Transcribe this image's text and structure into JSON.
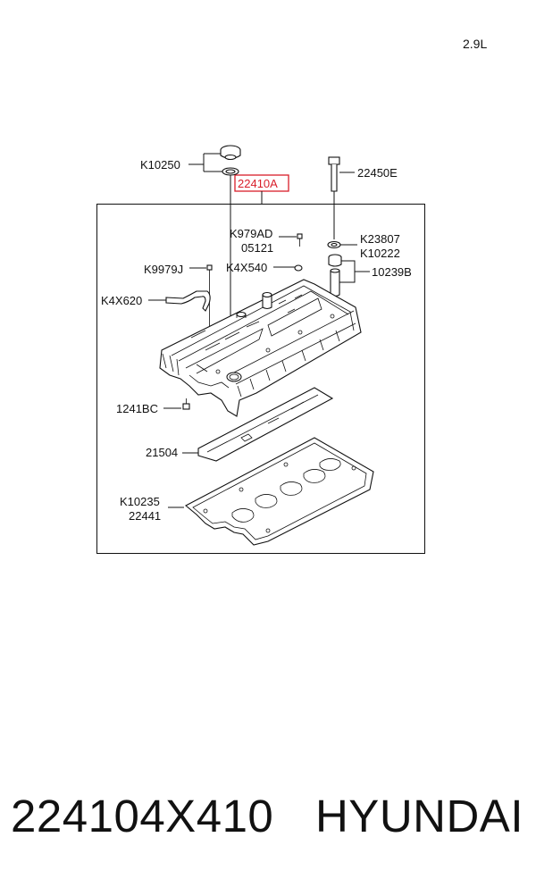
{
  "engine_label": "2.9L",
  "highlighted_part": "22410A",
  "callouts": {
    "k10250": "K10250",
    "p22450e": "22450E",
    "k979ad": "K979AD",
    "p05121": "05121",
    "k23807": "K23807",
    "k10222": "K10222",
    "k9979j": "K9979J",
    "k4x540": "K4X540",
    "p10239b": "10239B",
    "k4x620": "K4X620",
    "p1241bc": "1241BC",
    "p21504": "21504",
    "k10235": "K10235",
    "p22441": "22441"
  },
  "footer": {
    "part_number": "224104X410",
    "brand": "HYUNDAI"
  }
}
